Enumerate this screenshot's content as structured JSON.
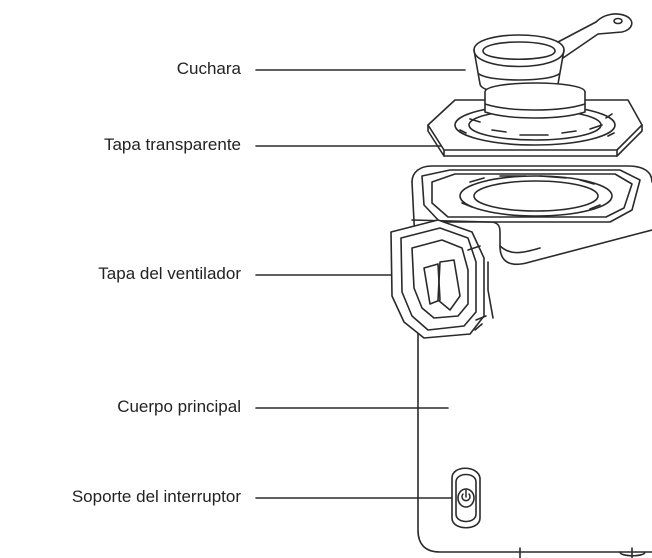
{
  "labels": {
    "spoon": "Cuchara",
    "transparent_lid": "Tapa transparente",
    "fan_cover": "Tapa del ventilador",
    "main_body": "Cuerpo principal",
    "switch_holder": "Soporte del interruptor"
  },
  "colors": {
    "line": "#2a2a2a",
    "text": "#222222",
    "background": "#ffffff"
  },
  "icons": {
    "power": "power-icon"
  }
}
